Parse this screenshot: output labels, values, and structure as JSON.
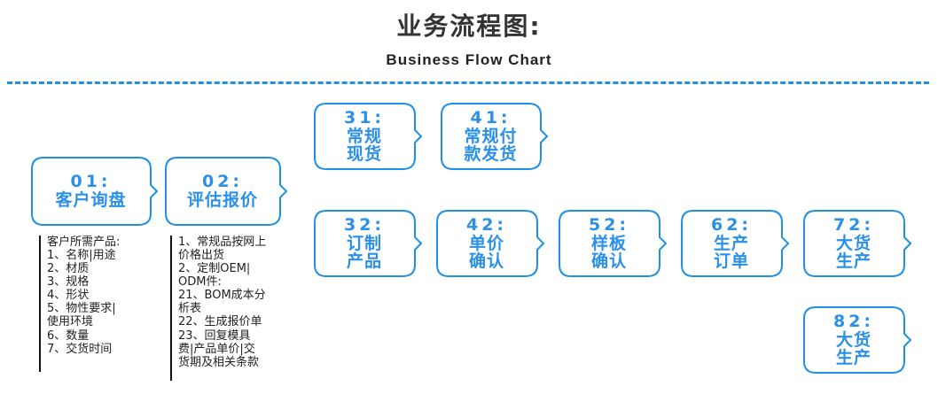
{
  "header": {
    "title": "业务流程图:",
    "subtitle": "Business Flow Chart"
  },
  "colors": {
    "accent": "#1e90e8",
    "text": "#2b90e8"
  },
  "nodes": [
    {
      "num": "01:",
      "text": "客户询盘"
    },
    {
      "num": "02:",
      "text": "评估报价"
    },
    {
      "num": "31:",
      "text": "常规\n现货"
    },
    {
      "num": "41:",
      "text": "常规付\n款发货"
    },
    {
      "num": "32:",
      "text": "订制\n产品"
    },
    {
      "num": "42:",
      "text": "单价\n确认"
    },
    {
      "num": "52:",
      "text": "样板\n确认"
    },
    {
      "num": "62:",
      "text": "生产\n订单"
    },
    {
      "num": "72:",
      "text": "大货\n生产"
    },
    {
      "num": "82:",
      "text": "大货\n生产"
    }
  ],
  "descriptions": {
    "customer_needs": "客户所需产品:\n1、名称|用途\n2、材质\n3、规格\n4、形状\n5、物性要求|\n使用环境\n6、数量\n7、交货时间",
    "quote_details": "1、常规品按网上\n价格出货\n2、定制OEM|\nODM件:\n21、BOM成本分\n析表\n22、生成报价单\n23、回复模具\n费|产品单价|交\n货期及相关条款"
  }
}
